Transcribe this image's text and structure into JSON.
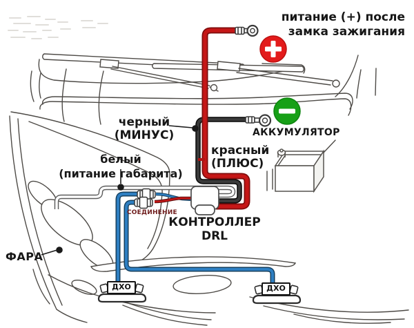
{
  "labels": {
    "ignition_power": {
      "line1": "питание (+) после",
      "line2": "замка зажигания"
    },
    "battery": "АККУМУЛЯТОР",
    "black_wire": {
      "line1": "черный",
      "line2": "(МИНУС)"
    },
    "red_wire": {
      "line1": "красный",
      "line2": "(ПЛЮС)"
    },
    "white_wire": {
      "line1": "белый",
      "line2": "(питание габарита)"
    },
    "controller": {
      "line1": "КОНТРОЛЛЕР",
      "line2": "DRL"
    },
    "connection": "СОЕДИНЕНИЕ",
    "headlight": "ФАРА",
    "drl_left": "ДХО",
    "drl_right": "ДХО"
  },
  "icons": {
    "plus_badge": "plus-icon",
    "minus_badge": "minus-icon"
  },
  "colors": {
    "red_wire": "#c51717",
    "black_wire": "#3a3a3a",
    "white_wire": "#ffffff",
    "blue_wire": "#2e7fc2",
    "plus_badge": "#e31b1b",
    "minus_badge": "#17a017",
    "line_art": "#4d4a46",
    "connection_text": "#6e1c1c"
  }
}
